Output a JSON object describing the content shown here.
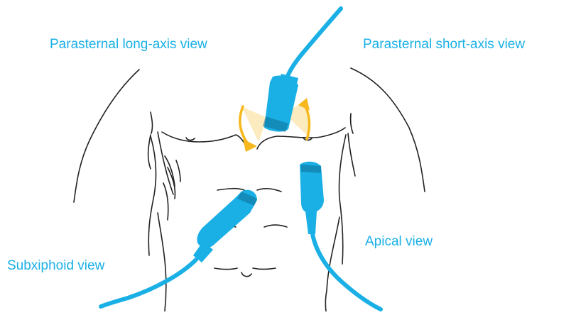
{
  "labels": {
    "parasternal_long": "Parasternal long-axis view",
    "parasternal_short": "Parasternal short-axis view",
    "apical": "Apical view",
    "subxiphoid": "Subxiphoid view"
  },
  "colors": {
    "probe": "#1ab0e6",
    "probe_dark": "#0f6f95",
    "label_text": "#1ab0e6",
    "rotation_arrow": "#f6b81c",
    "rotation_fill": "#fbe7b3",
    "outline": "#222222"
  },
  "icons": {
    "probe": "ultrasound-probe-icon",
    "rotation": "rotation-arrow-icon"
  }
}
